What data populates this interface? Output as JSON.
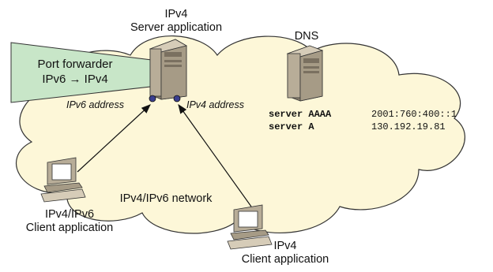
{
  "server": {
    "title_line1": "IPv4",
    "title_line2": "Server application"
  },
  "dns": {
    "title": "DNS",
    "records": [
      {
        "name": "server AAAA",
        "value": "2001:760:400::1"
      },
      {
        "name": "server A",
        "value": "130.192.19.81"
      }
    ]
  },
  "port_forwarder": {
    "line1": "Port forwarder",
    "line2": "IPv6 → IPv4"
  },
  "addresses": {
    "ipv6": "IPv6 address",
    "ipv4": "IPv4 address"
  },
  "network": {
    "label": "IPv4/IPv6 network"
  },
  "client_dual": {
    "line1": "IPv4/IPv6",
    "line2": "Client application"
  },
  "client_v4": {
    "line1": "IPv4",
    "line2": "Client application"
  },
  "colors": {
    "cloud_fill": "#fdf7d8",
    "cloud_stroke": "#333333",
    "forwarder_fill": "#c8e6c8",
    "device_fill": "#b8ad98",
    "device_dark": "#8c8270",
    "port_fill": "#3b3f8f"
  }
}
